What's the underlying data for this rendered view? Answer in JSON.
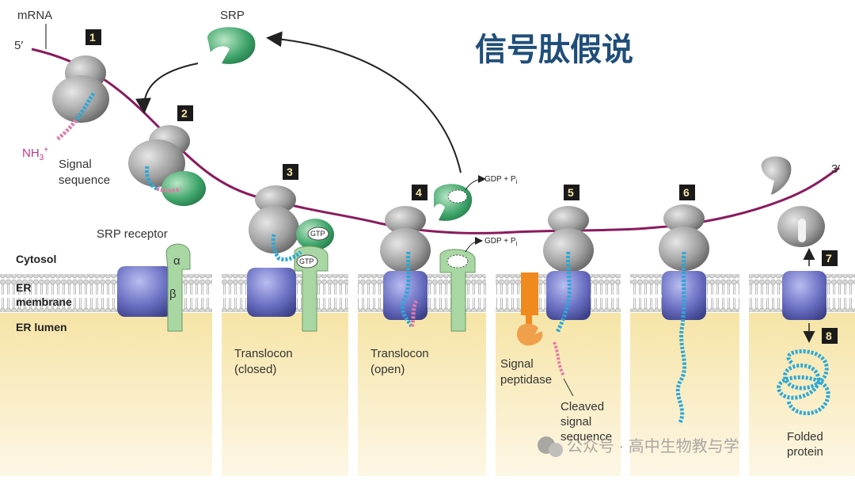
{
  "title": "信号肽假说",
  "labels": {
    "mrna": "mRNA",
    "five_prime": "5′",
    "three_prime": "3′",
    "srp": "SRP",
    "nh3": "NH",
    "nh3_sub": "3",
    "nh3_sup": "+",
    "signal_sequence_1": "Signal",
    "signal_sequence_2": "sequence",
    "srp_receptor": "SRP receptor",
    "alpha": "α",
    "beta": "β",
    "cytosol": "Cytosol",
    "er_membrane_1": "ER",
    "er_membrane_2": "membrane",
    "er_lumen": "ER lumen",
    "gtp": "GTP",
    "gdp_pi_1": "GDP + P",
    "gdp_pi_1_sub": "i",
    "gdp_pi_2": "GDP + P",
    "gdp_pi_2_sub": "i",
    "translocon_closed_1": "Translocon",
    "translocon_closed_2": "(closed)",
    "translocon_open_1": "Translocon",
    "translocon_open_2": "(open)",
    "signal_peptidase_1": "Signal",
    "signal_peptidase_2": "peptidase",
    "cleaved_1": "Cleaved",
    "cleaved_2": "signal",
    "cleaved_3": "sequence",
    "folded_1": "Folded",
    "folded_2": "protein",
    "watermark": "公众号 · 高中生物教与学"
  },
  "steps": [
    "1",
    "2",
    "3",
    "4",
    "5",
    "6",
    "7",
    "8"
  ],
  "colors": {
    "title": "#1f4e79",
    "mrna": "#8a1a5e",
    "ribosome": "#9a9a9a",
    "srp": "#3fa56a",
    "translocon": "#6a6fc2",
    "receptor": "#a9d7a3",
    "peptide": "#2ba8d8",
    "signal_peptide": "#e07aa8",
    "peptidase": "#f08a1e",
    "lumen": "#fbefc3"
  }
}
